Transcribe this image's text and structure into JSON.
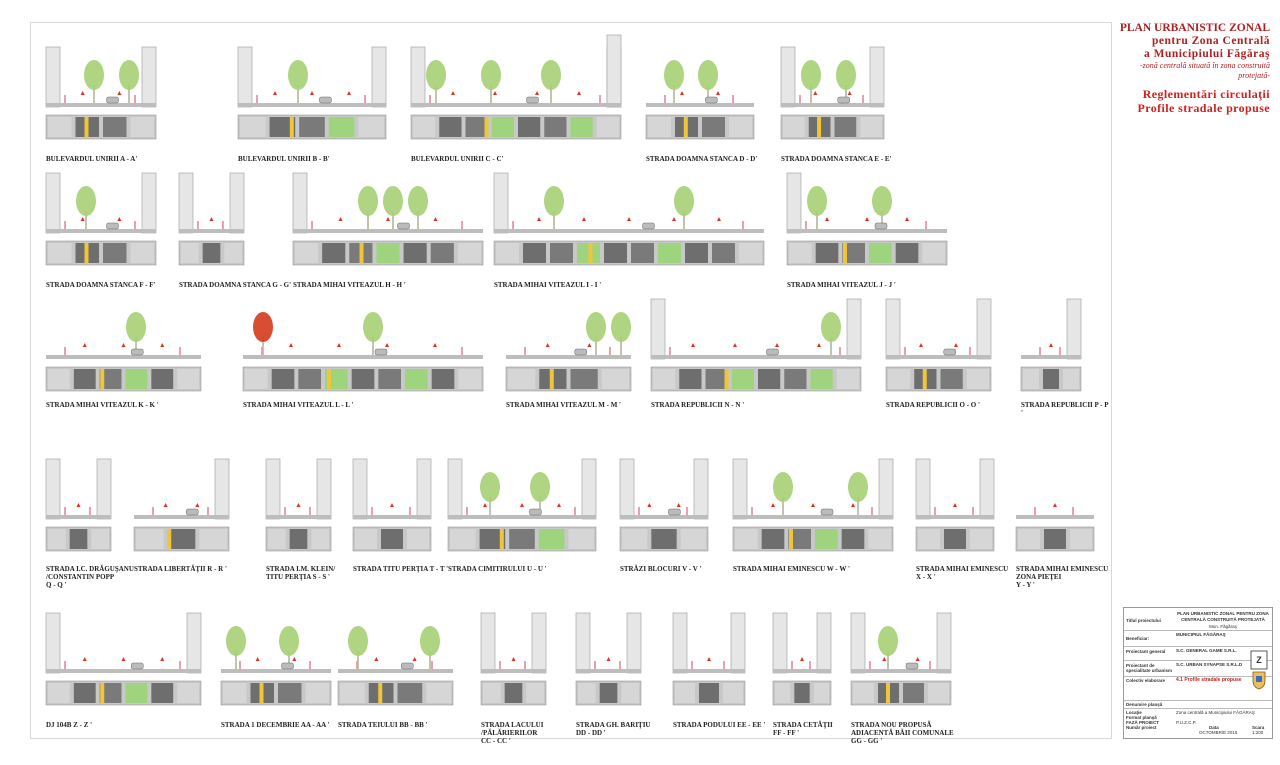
{
  "header": {
    "title1": "PLAN URBANISTIC ZONAL",
    "title2": "pentru Zona Centrală",
    "title3": "a Municipiului Făgăraş",
    "subtitle": "-zonă centrală situată în zona construită protejată-",
    "section1": "Reglementări circulaţii",
    "section2": "Profile stradale propuse"
  },
  "profiles": [
    {
      "title": "BULEVARDUL UNIRII A - A'"
    },
    {
      "title": "BULEVARDUL UNIRII B - B'"
    },
    {
      "title": "BULEVARDUL UNIRII C - C'"
    },
    {
      "title": "STRADA DOAMNA STANCA D - D'"
    },
    {
      "title": "STRADA DOAMNA STANCA E - E'"
    },
    {
      "title": "STRADA DOAMNA STANCA F - F'"
    },
    {
      "title": "STRADA DOAMNA STANCA G - G'"
    },
    {
      "title": "STRADA MIHAI VITEAZUL H - H '"
    },
    {
      "title": "STRADA MIHAI VITEAZUL I - I '"
    },
    {
      "title": "STRADA MIHAI VITEAZUL J - J '"
    },
    {
      "title": "STRADA MIHAI VITEAZUL K - K '"
    },
    {
      "title": "STRADA MIHAI VITEAZUL L - L '"
    },
    {
      "title": "STRADA MIHAI VITEAZUL M - M '"
    },
    {
      "title": "STRADA REPUBLICII N - N '"
    },
    {
      "title": "STRADA REPUBLICII O - O '"
    },
    {
      "title": "STRADA REPUBLICII P - P '"
    },
    {
      "title": "STRADA I.C. DRĂGUŞANU\n/CONSTANTIN POPP\nQ - Q '"
    },
    {
      "title": "STRADA LIBERTĂŢII R - R '"
    },
    {
      "title": "STRADA I.M. KLEIN/\nTITU PERŢIA S - S '"
    },
    {
      "title": "STRADA TITU PERŢIA T - T '"
    },
    {
      "title": "STRADA CIMITIRULUI U - U '"
    },
    {
      "title": "STRĂZI BLOCURI V - V '"
    },
    {
      "title": "STRADA MIHAI EMINESCU W - W '"
    },
    {
      "title": "STRADA MIHAI EMINESCU\nX - X '"
    },
    {
      "title": "STRADA MIHAI EMINESCU\nZONA PIEŢEI\nY - Y '"
    },
    {
      "title": "DJ 104B Z - Z '"
    },
    {
      "title": "STRADA 1 DECEMBRIE AA - AA '"
    },
    {
      "title": "STRADA TEIULUI BB - BB '"
    },
    {
      "title": "STRADA LACULUI\n/PĂLĂRIERILOR\nCC - CC '"
    },
    {
      "title": "STRADA GH. BARIŢIU\nDD - DD '"
    },
    {
      "title": "STRADA PODULUI EE - EE '"
    },
    {
      "title": "STRADA CETĂŢII\nFF - FF '"
    },
    {
      "title": "STRADA NOU PROPUSĂ\nADIACENTĂ BĂII COMUNALE\nGG - GG '"
    }
  ],
  "cartouche": {
    "project_label": "Titlul proiectului",
    "project_value": "PLAN URBANISTIC ZONAL PENTRU ZONA CENTRALĂ CONSTRUITĂ PROTEJATĂ",
    "project_loc": "Mun. Făgăraş",
    "beneficiary_label": "Beneficiar:",
    "beneficiary_value": "MUNICIPIUL FĂGĂRAŞ",
    "designer_label": "Proiectant general",
    "designer_value": "S.C. GENERAL GAME S.R.L.",
    "urban_label": "Proiectant de specialitate urbanism",
    "urban_value": "S.C. URBAN SYNAPSE S.R.L.D",
    "team_label": "Colectiv elaborare",
    "sheet_ref": "4.1 Profile stradale propuse",
    "plan_label": "Denumire planşă",
    "location_label": "Locaţie",
    "location_value": "Zona centrală a Municipiului FĂGĂRAŞ",
    "format_label": "Format planşă",
    "phase_label": "FAZĂ PROIECT",
    "phase_value": "P.U.Z.C.P.",
    "number_label": "Număr proiect",
    "date_label": "Data",
    "date_value": "OCTOMBRIE 2015",
    "scale_label": "Scara",
    "scale_value": "1:200"
  },
  "colors": {
    "title_red": "#b02020",
    "tree_green": "#a6cf74",
    "tree_red": "#d53a1c",
    "green_strip": "#9fd47e",
    "yellow_strip": "#f0c53a",
    "road_dark": "#6e6e6e",
    "pavement": "#c8c8c8"
  }
}
